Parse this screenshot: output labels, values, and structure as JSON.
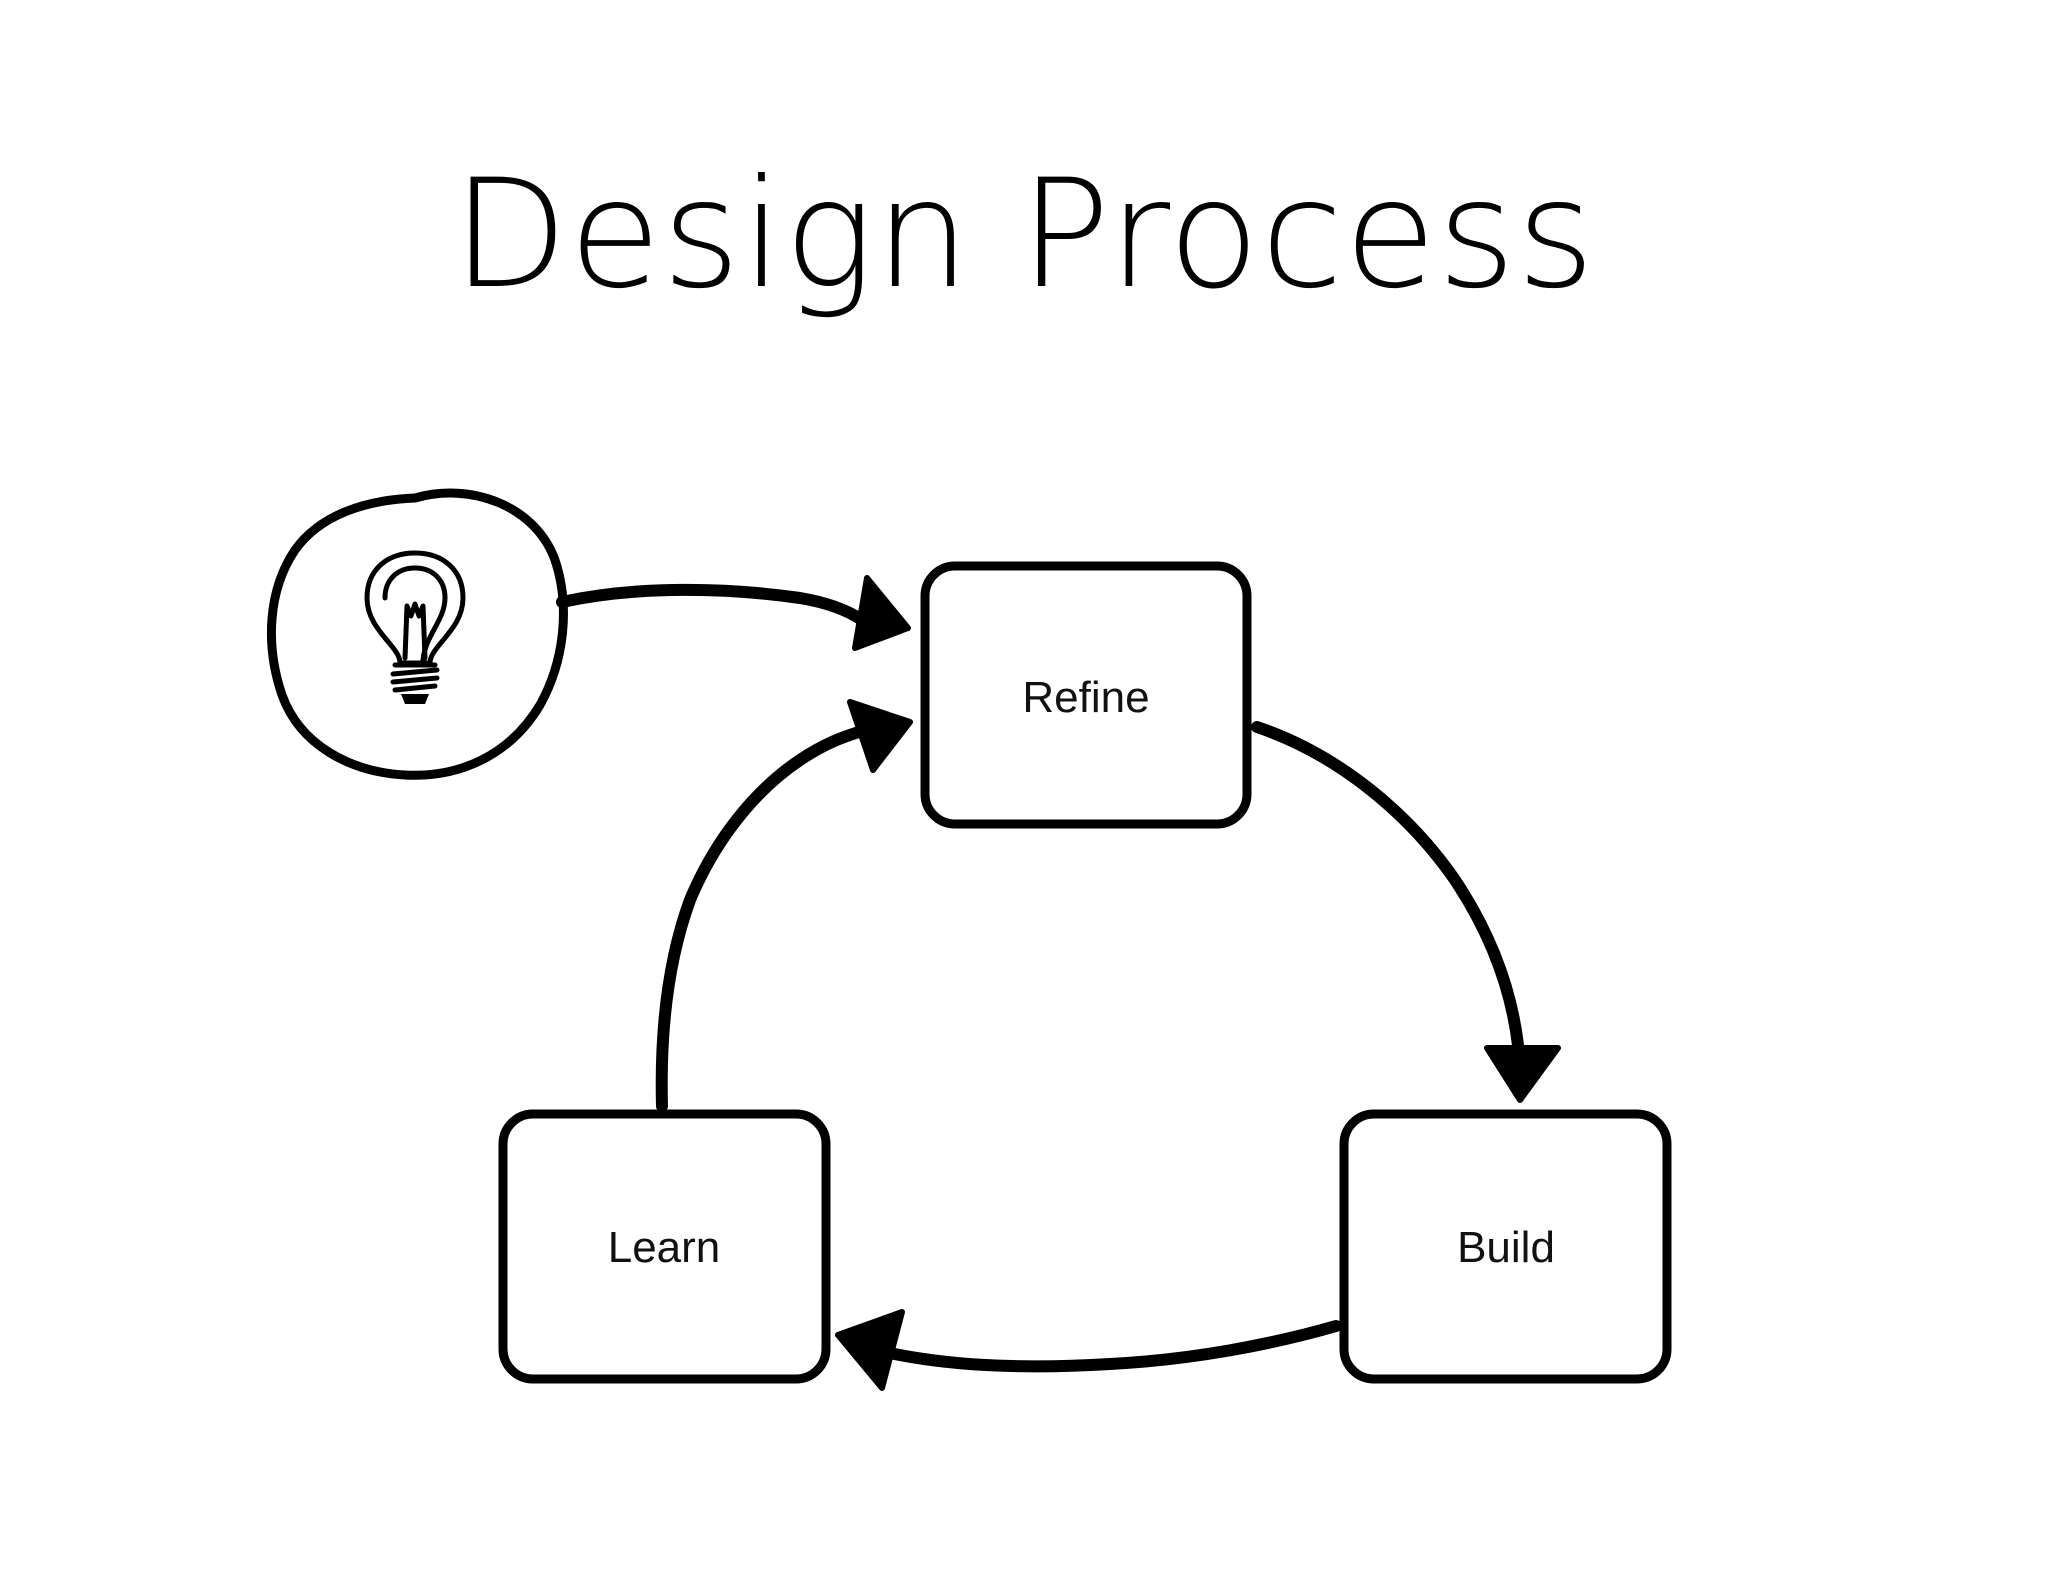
{
  "title": "Design Process",
  "nodes": {
    "refine": {
      "label": "Refine"
    },
    "build": {
      "label": "Build"
    },
    "learn": {
      "label": "Learn"
    },
    "idea": {
      "icon": "lightbulb-icon"
    }
  },
  "edges": [
    {
      "from": "idea",
      "to": "refine"
    },
    {
      "from": "refine",
      "to": "build"
    },
    {
      "from": "build",
      "to": "learn"
    },
    {
      "from": "learn",
      "to": "refine"
    }
  ],
  "colors": {
    "stroke": "#000000",
    "background": "#ffffff"
  }
}
